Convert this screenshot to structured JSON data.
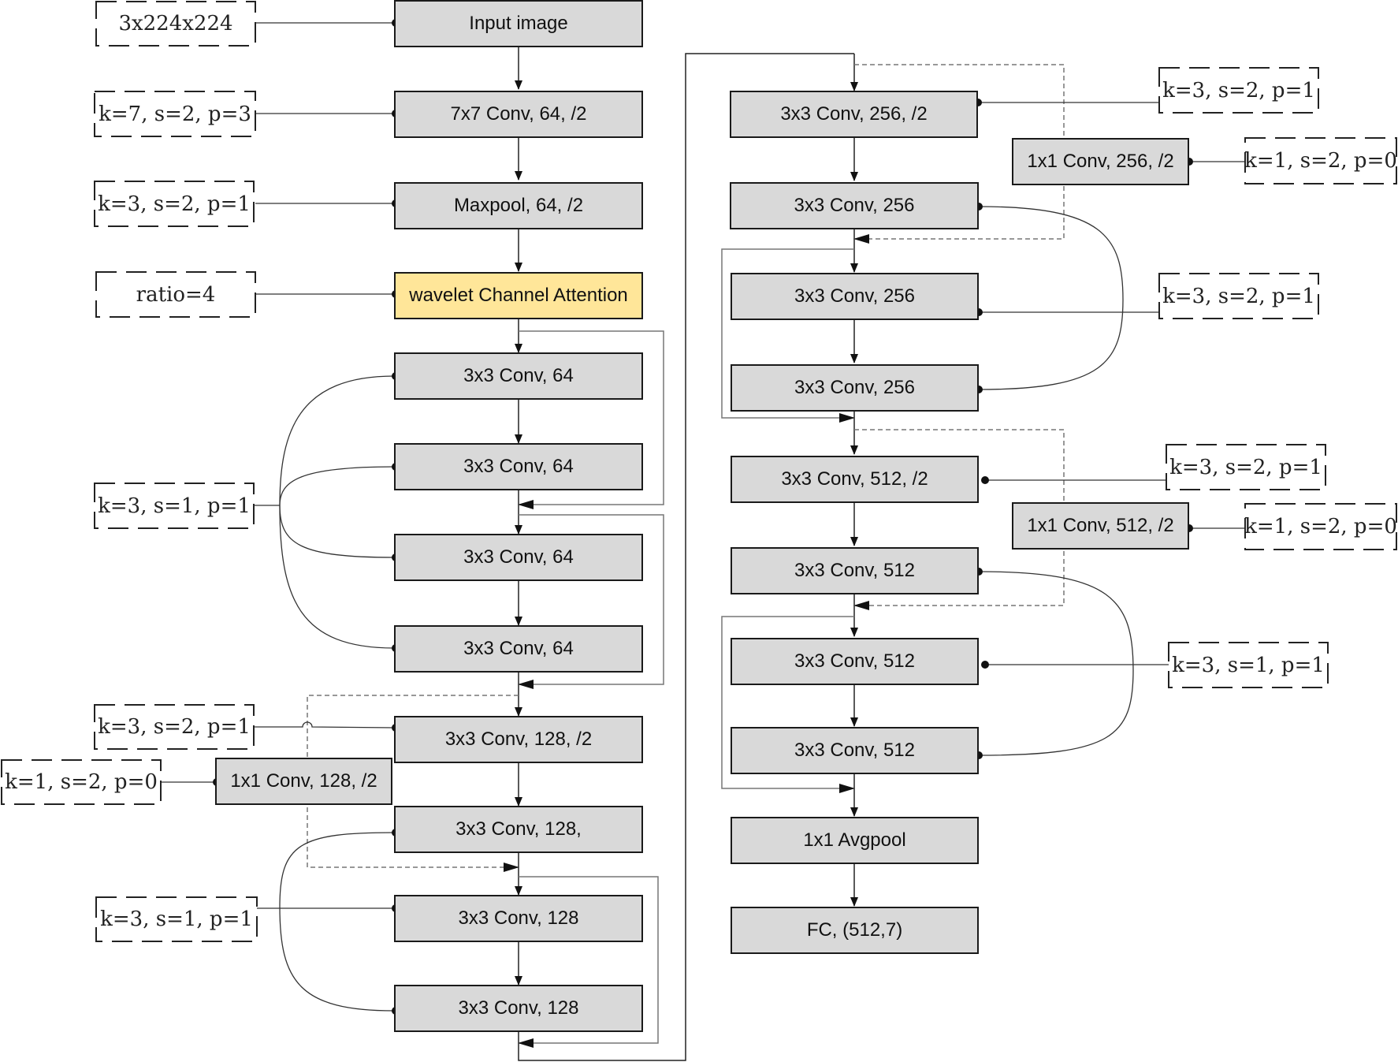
{
  "colors": {
    "block": "#d9d9d9",
    "attention": "#ffe699",
    "line": "#222222",
    "shortcut": "#777777"
  },
  "blocks": {
    "input": "Input image",
    "conv7": "7x7 Conv, 64, /2",
    "maxpool": "Maxpool, 64, /2",
    "attention": "wavelet Channel Attention",
    "l1_c1": "3x3 Conv, 64",
    "l1_c2": "3x3 Conv, 64",
    "l1_c3": "3x3 Conv, 64",
    "l1_c4": "3x3 Conv, 64",
    "l2_c1": "3x3 Conv, 128, /2",
    "l2_ds": "1x1 Conv, 128, /2",
    "l2_c2": "3x3 Conv, 128,",
    "l2_c3": "3x3 Conv, 128",
    "l2_c4": "3x3 Conv, 128",
    "l3_c1": "3x3 Conv, 256, /2",
    "l3_ds": "1x1 Conv, 256, /2",
    "l3_c2": "3x3 Conv, 256",
    "l3_c3": "3x3 Conv, 256",
    "l3_c4": "3x3 Conv, 256",
    "l4_c1": "3x3 Conv, 512, /2",
    "l4_ds": "1x1 Conv, 512, /2",
    "l4_c2": "3x3 Conv, 512",
    "l4_c3": "3x3 Conv, 512",
    "l4_c4": "3x3 Conv, 512",
    "avgpool": "1x1 Avgpool",
    "fc": "FC, (512,7)"
  },
  "params": {
    "input": "3x224x224",
    "conv7": "k=7, s=2, p=3",
    "maxpool": "k=3, s=2, p=1",
    "attention": "ratio=4",
    "l1": "k=3, s=1, p=1",
    "l2_c1": "k=3, s=2, p=1",
    "l2_ds": "k=1, s=2, p=0",
    "l2_rest": "k=3, s=1, p=1",
    "l3_c1": "k=3, s=2, p=1",
    "l3_ds": "k=1, s=2, p=0",
    "l3_rest": "k=3, s=2, p=1",
    "l4_c1": "k=3, s=2, p=1",
    "l4_ds": "k=1, s=2, p=0",
    "l4_rest": "k=3, s=1, p=1"
  }
}
